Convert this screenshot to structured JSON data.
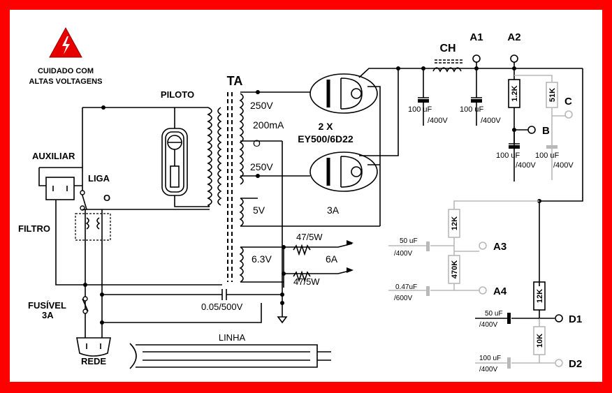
{
  "warning": {
    "line1": "CUIDADO   COM",
    "line2": "ALTAS VOLTAGENS"
  },
  "labels": {
    "piloto": "PILOTO",
    "ta": "TA",
    "auxiliar": "AUXILIAR",
    "liga": "LIGA",
    "liga_o": "O",
    "filtro": "FILTRO",
    "fusivel": "FUSÍVEL",
    "fusivel_rating": "3A",
    "rede": "REDE",
    "linha": "LINHA",
    "cap_main": "0.05/500V",
    "tap_250a": "250V",
    "tap_200ma": "200mA",
    "tap_o": "O",
    "tap_250b": "250V",
    "tap_5v": "5V",
    "tap_3a": "3A",
    "tap_63v": "6.3V",
    "tap_6a": "6A",
    "res_47a": "47/5W",
    "res_47b": "47/5W",
    "tubes_count": "2 X",
    "tubes_model": "EY500/6D22",
    "ch": "CH",
    "a1": "A1",
    "a2": "A2",
    "b": "B",
    "c": "C",
    "a3": "A3",
    "a4": "A4",
    "d1": "D1",
    "d2": "D2",
    "c1_val": "100 uF",
    "c1_volt": "/400V",
    "c2_val": "100 uF",
    "c2_volt": "/400V",
    "c3_val": "100 uF",
    "c3_volt": "/400V",
    "c4_val": "100 uF",
    "c4_volt": "/400V",
    "r_12k_top": "1.2K",
    "r_51k": "51K",
    "r_12k_a3": "12K",
    "r_470k": "470K",
    "r_12k_d": "12K",
    "r_10k": "10K",
    "ca3_val": "50 uF",
    "ca3_volt": "/400V",
    "ca4_val": "0.47uF",
    "ca4_volt": "/600V",
    "cd1_val": "50 uF",
    "cd1_volt": "/400V",
    "cd2_val": "100 uF",
    "cd2_volt": "/400V"
  },
  "colors": {
    "frame": "#ff0000",
    "warning": "#e60000",
    "gray_wire": "#b8b8b8"
  }
}
